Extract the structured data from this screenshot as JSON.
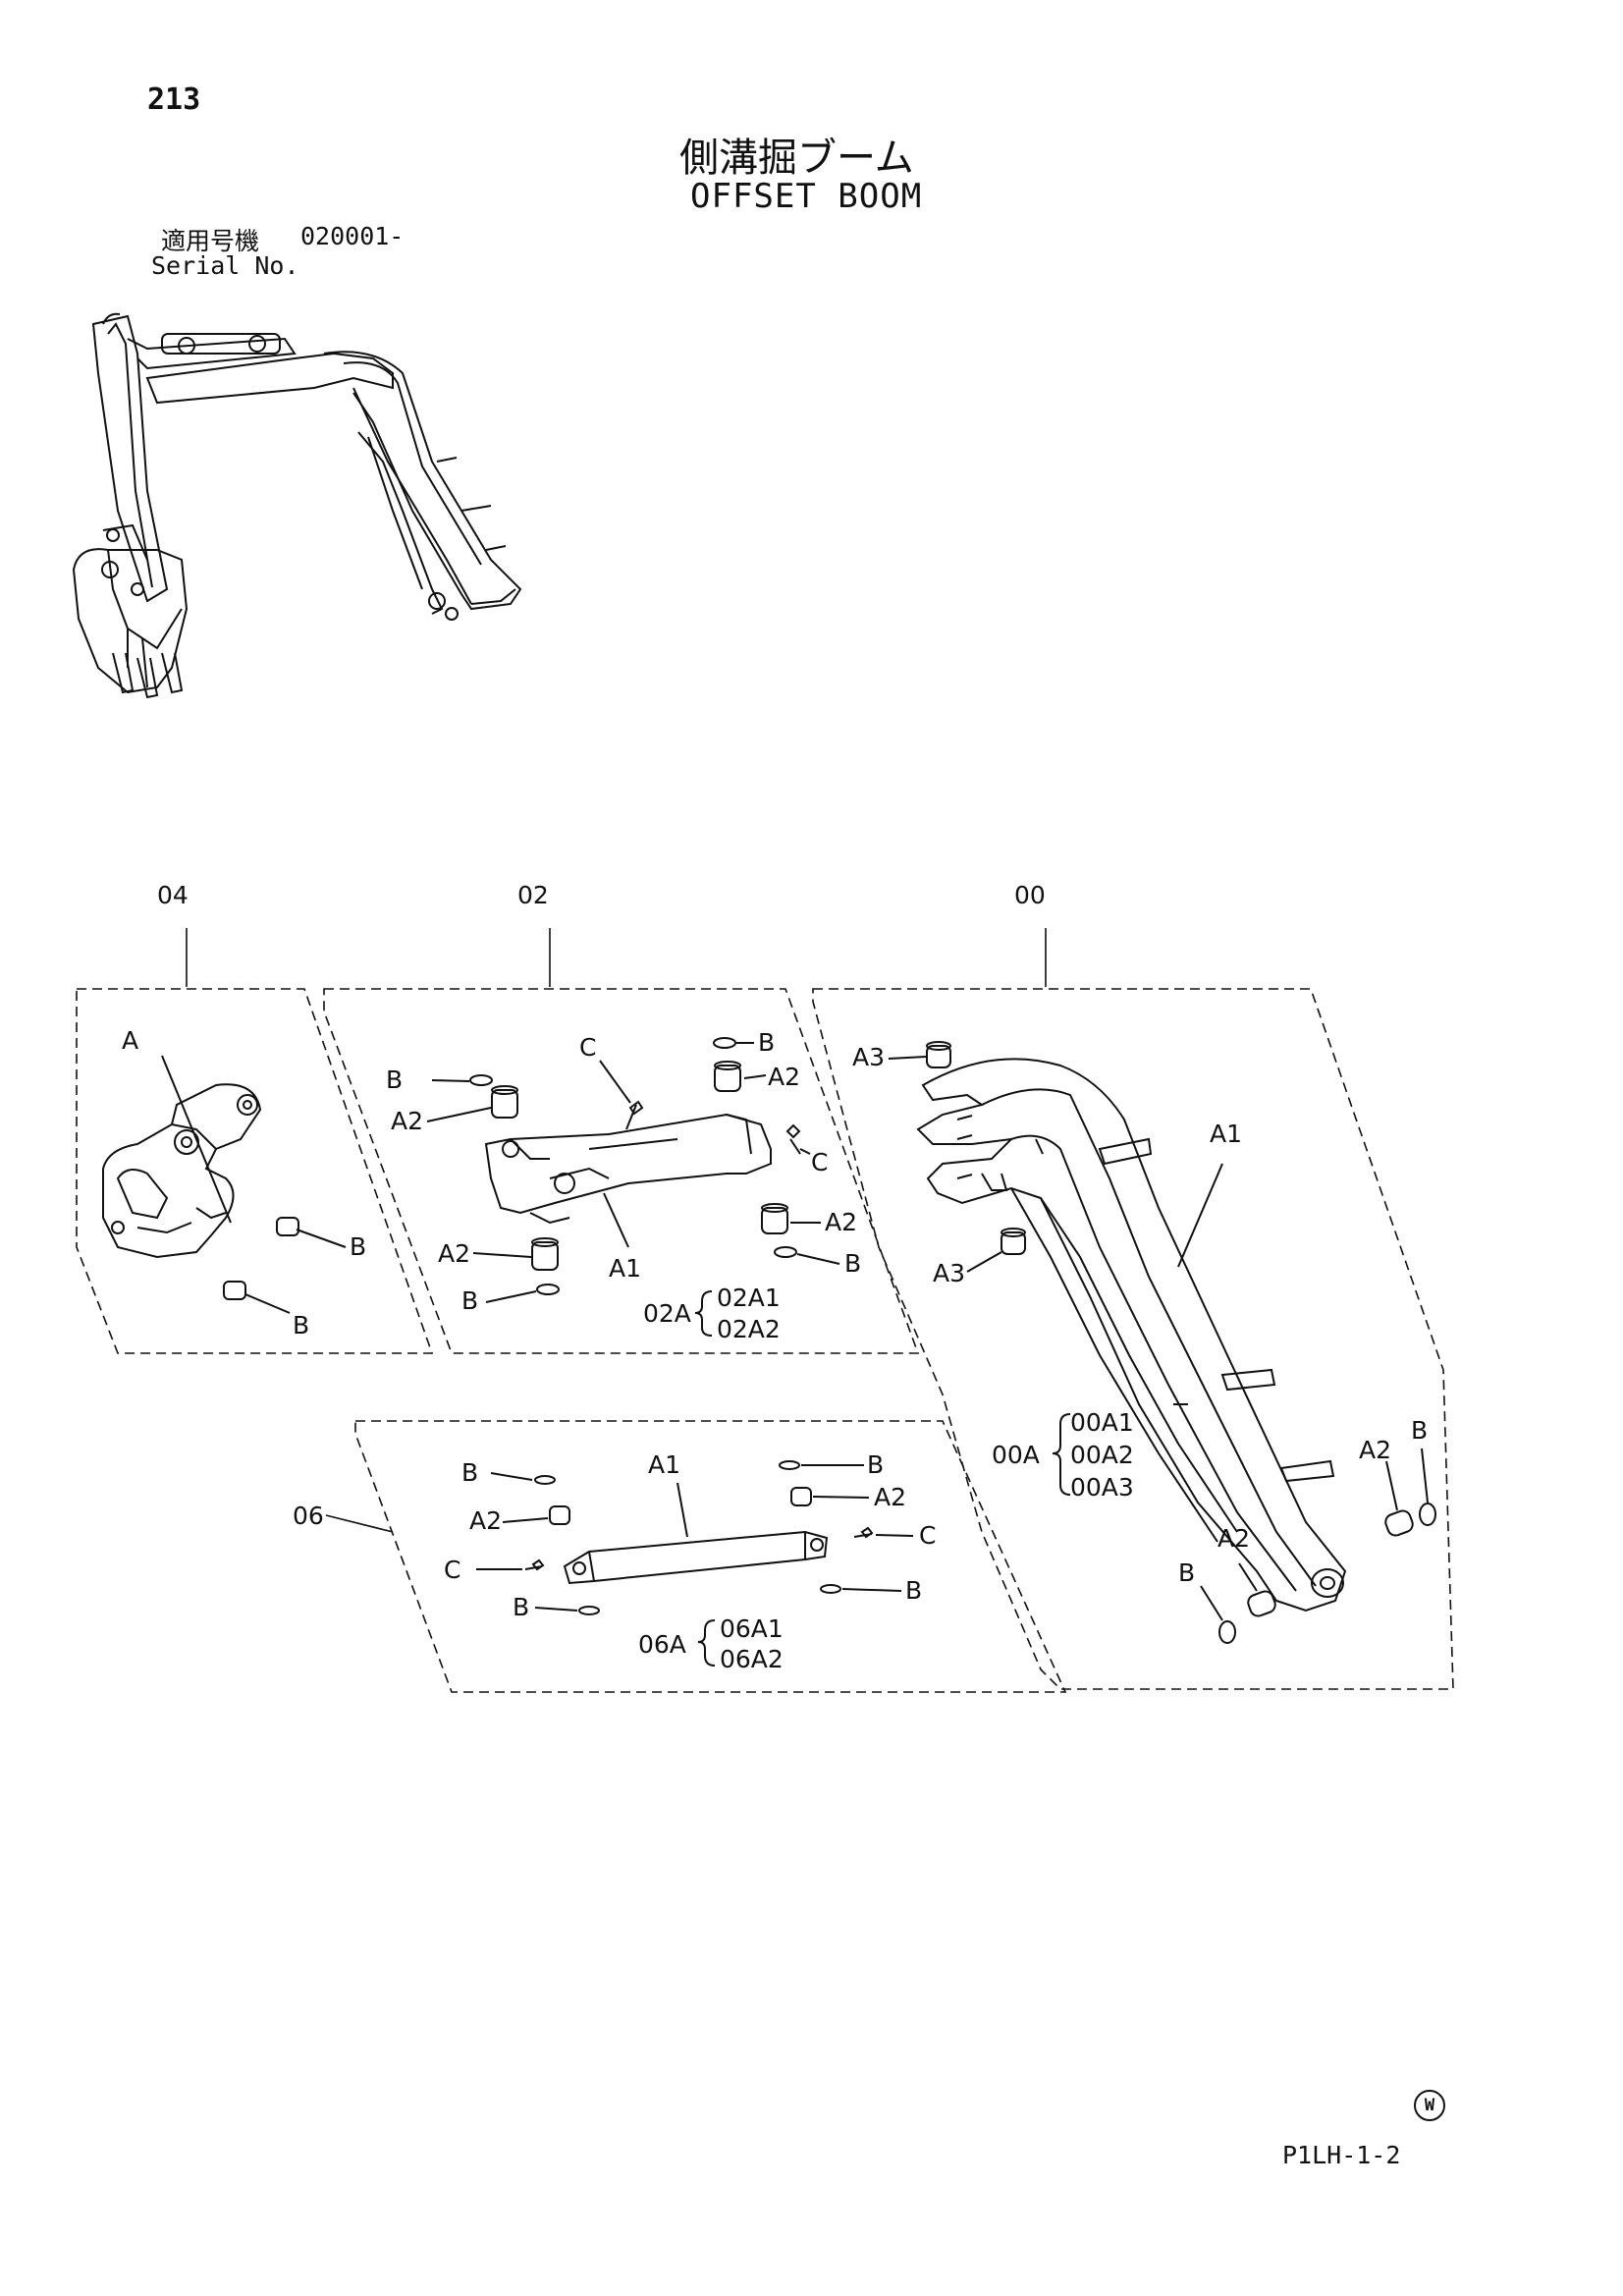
{
  "header": {
    "page_number": "213",
    "title_jp": "側溝掘ブーム",
    "title_en": "OFFSET BOOM",
    "serial_label_jp": "適用号機",
    "serial_value": "020001-",
    "serial_label_en": "Serial No."
  },
  "footer": {
    "page_code": "P1LH-1-2",
    "mark": "W"
  },
  "groups": {
    "g04": {
      "number": "04",
      "labels": {
        "a": "A",
        "b1": "B",
        "b2": "B"
      }
    },
    "g02": {
      "number": "02",
      "labels": {
        "c_top": "C",
        "b_top": "B",
        "a2_top": "A2",
        "b_left": "B",
        "a2_left": "A2",
        "c_right": "C",
        "a2_right": "A2",
        "b_right": "B",
        "a2_bottom": "A2",
        "b_bottom": "B",
        "a1": "A1"
      },
      "set_label": "02A",
      "set_items": [
        "02A1",
        "02A2"
      ]
    },
    "g00": {
      "number": "00",
      "labels": {
        "a3_top": "A3",
        "a1": "A1",
        "a3_bottom": "A3",
        "a2_right": "A2",
        "b_right": "B",
        "b_bottom": "B",
        "a2_bottom": "A2"
      },
      "set_label": "00A",
      "set_items": [
        "00A1",
        "00A2",
        "00A3"
      ]
    },
    "g06": {
      "number": "06",
      "labels": {
        "b_top_left": "B",
        "a1": "A1",
        "b_top_right": "B",
        "a2_left": "A2",
        "a2_right": "A2",
        "c_left": "C",
        "c_right": "C",
        "b_bottom_left": "B",
        "b_bottom_right": "B"
      },
      "set_label": "06A",
      "set_items": [
        "06A1",
        "06A2"
      ]
    }
  }
}
